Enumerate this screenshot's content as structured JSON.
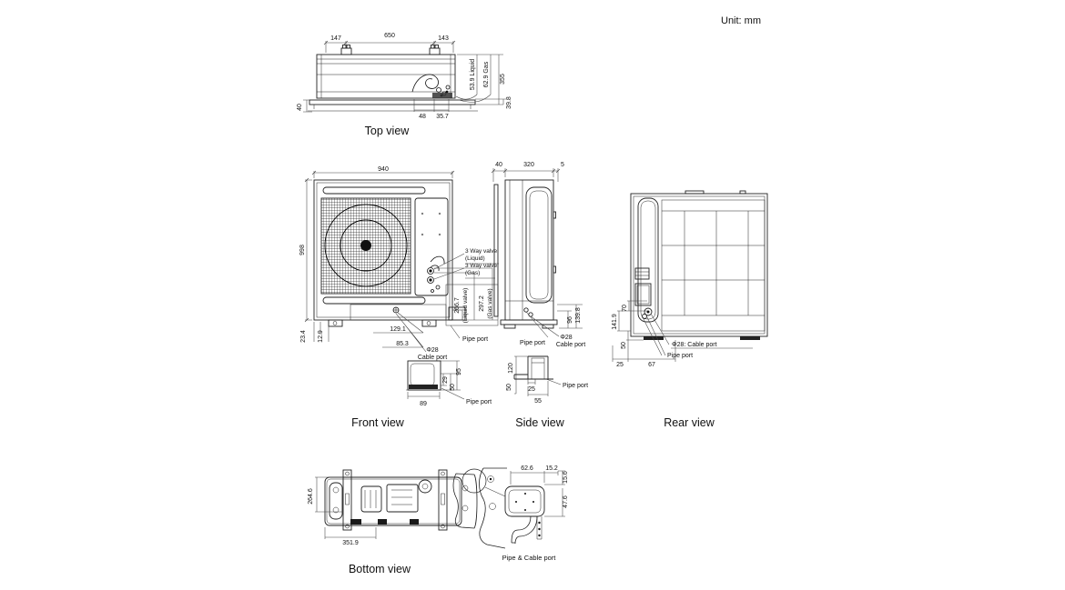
{
  "meta": {
    "unit": "Unit: mm"
  },
  "top": {
    "label": "Top view",
    "d147": "147",
    "d650": "650",
    "d143": "143",
    "liquid": "53.9 Liquid",
    "gas": "62.9 Gas",
    "d355": "355",
    "d48": "48",
    "d35_7": "35.7",
    "d39_8": "39.8",
    "d40": "40"
  },
  "front": {
    "label": "Front view",
    "d940": "940",
    "d998": "998",
    "d23_4": "23.4",
    "d12_9": "12.9",
    "d129_1": "129.1",
    "d85_3": "85.3",
    "cable_dia": "Φ28",
    "cable_port": "Cable port",
    "pipe_port": "Pipe port",
    "valve1a": "3 Way valve",
    "valve1b": "(Liquid)",
    "valve2a": "3 Way valve",
    "valve2b": "(Gas)",
    "d266_7": "266.7",
    "liquid_valve": "(Liquid valve)",
    "d297_2": "297.2",
    "gas_valve": "(Gas valve)",
    "detail": {
      "d89": "89",
      "d29": "29",
      "d95": "95",
      "d50": "50",
      "pipe_port": "Pipe port"
    }
  },
  "side": {
    "label": "Side view",
    "d40": "40",
    "d320": "320",
    "d5": "5",
    "d96": "96",
    "d139_8": "139.8",
    "cable_dia": "Φ28",
    "cable_port": "Cable port",
    "pipe_port": "Pipe port",
    "detail": {
      "d120": "120",
      "d50": "50",
      "d25": "25",
      "d55": "55",
      "pipe_port": "Pipe port"
    }
  },
  "rear": {
    "label": "Rear view",
    "d141_9": "141.9",
    "d70": "70",
    "d50": "50",
    "d25": "25",
    "d67": "67",
    "cable_port": "Φ28: Cable port",
    "pipe_port": "Pipe port"
  },
  "bottom": {
    "label": "Bottom view",
    "d264_6": "264.6",
    "d351_9": "351.9",
    "detail": {
      "d62_6": "62.6",
      "d15_2": "15.2",
      "d15_6": "15.6",
      "d47_6": "47.6",
      "label": "Pipe & Cable port"
    }
  }
}
